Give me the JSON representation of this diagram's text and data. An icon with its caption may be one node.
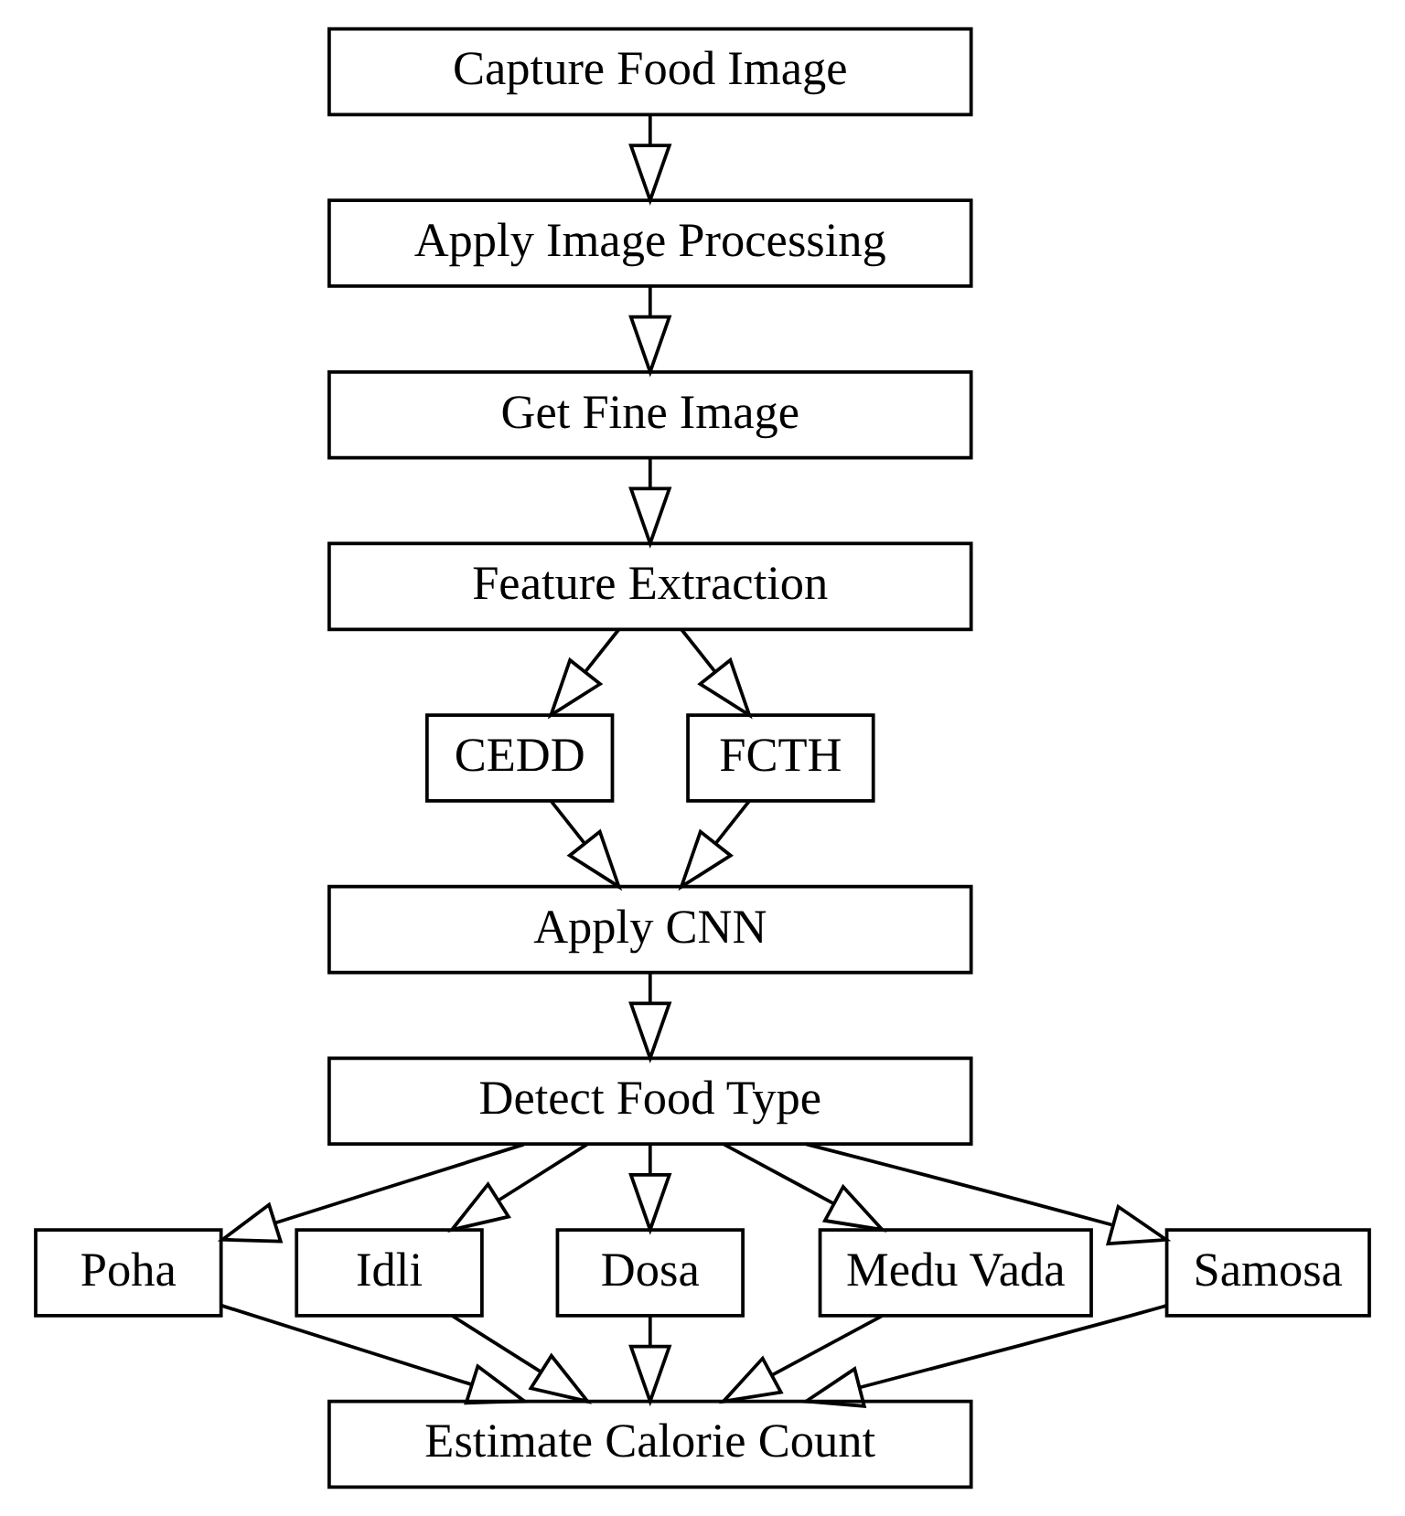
{
  "diagram": {
    "nodes": [
      {
        "text": [
          "Capture Food Image"
        ]
      },
      {
        "text": [
          "Apply Image Processing"
        ]
      },
      {
        "text": [
          "Get Fine Image"
        ]
      },
      {
        "text": [
          "Feature Extraction"
        ]
      },
      {
        "text": [
          "CEDD"
        ]
      },
      {
        "text": [
          "FCTH"
        ]
      },
      {
        "text": [
          "Apply CNN"
        ]
      },
      {
        "text": [
          "Detect Food Type"
        ]
      },
      {
        "text": [
          "Poha"
        ]
      },
      {
        "text": [
          "Idli"
        ]
      },
      {
        "text": [
          "Dosa"
        ]
      },
      {
        "text": [
          "Medu Vada"
        ]
      },
      {
        "text": [
          "Samosa"
        ]
      },
      {
        "text": [
          "Estimate Calorie Count"
        ]
      }
    ],
    "edges": [
      {
        "from": 0,
        "to": 1,
        "arrow": "to"
      },
      {
        "from": 1,
        "to": 2,
        "arrow": "to"
      },
      {
        "from": 2,
        "to": 3,
        "arrow": "to"
      },
      {
        "from": 3,
        "to": 4,
        "arrow": "to"
      },
      {
        "from": 3,
        "to": 5,
        "arrow": "to"
      },
      {
        "from": 4,
        "to": 6,
        "arrow": "to"
      },
      {
        "from": 5,
        "to": 6,
        "arrow": "to"
      },
      {
        "from": 6,
        "to": 7,
        "arrow": "to"
      },
      {
        "from": 7,
        "to": 8,
        "arrow": "to"
      },
      {
        "from": 7,
        "to": 9,
        "arrow": "to"
      },
      {
        "from": 7,
        "to": 10,
        "arrow": "to"
      },
      {
        "from": 7,
        "to": 11,
        "arrow": "to"
      },
      {
        "from": 7,
        "to": 12,
        "arrow": "to"
      },
      {
        "from": 8,
        "to": 13,
        "arrow": "to"
      },
      {
        "from": 9,
        "to": 13,
        "arrow": "to"
      },
      {
        "from": 10,
        "to": 13,
        "arrow": "to"
      },
      {
        "from": 11,
        "to": 13,
        "arrow": "to"
      },
      {
        "from": 12,
        "to": 13,
        "arrow": "to"
      }
    ]
  }
}
